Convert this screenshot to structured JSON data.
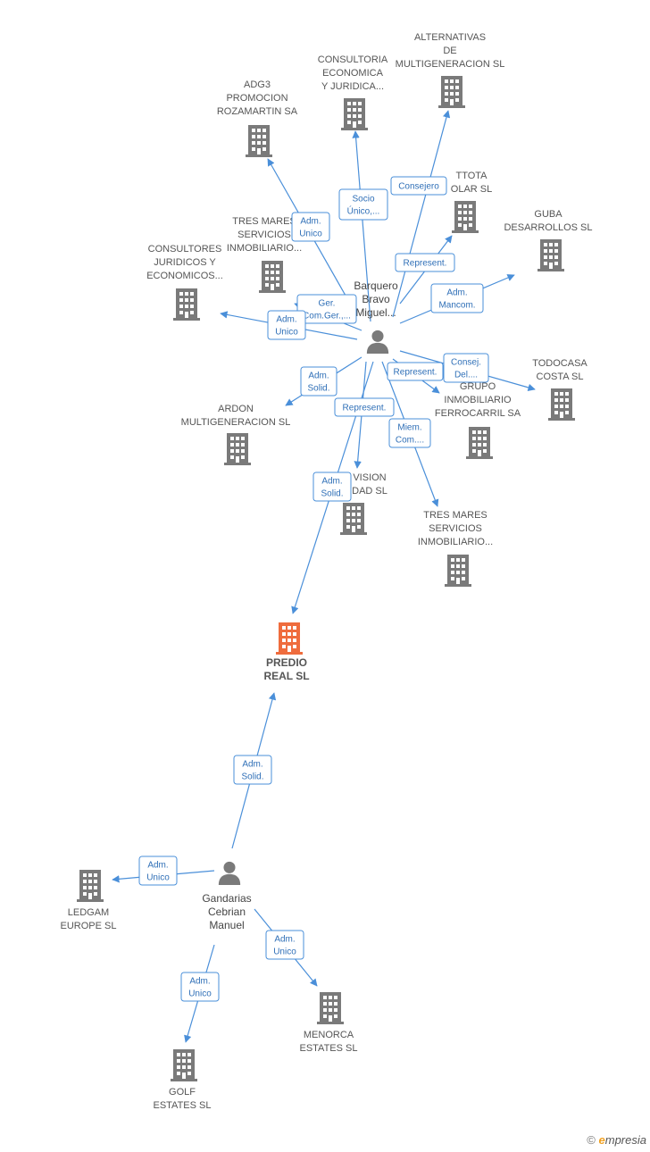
{
  "colors": {
    "company": "#7a7a7a",
    "target": "#ef6c3d",
    "edge": "#4a8fd9",
    "person": "#7a7a7a"
  },
  "nodes": [
    {
      "id": "alternativas",
      "type": "company",
      "lines": [
        "ALTERNATIVAS",
        "DE",
        "MULTIGENERACION SL"
      ]
    },
    {
      "id": "consultoria_ec",
      "type": "company",
      "lines": [
        "CONSULTORIA",
        "ECONOMICA",
        "Y JURIDICA..."
      ]
    },
    {
      "id": "adg3",
      "type": "company",
      "lines": [
        "ADG3",
        "PROMOCION",
        "ROZAMARTIN SA"
      ]
    },
    {
      "id": "ttota",
      "type": "company",
      "lines": [
        "TTOTA",
        "OLAR SL"
      ]
    },
    {
      "id": "guba",
      "type": "company",
      "lines": [
        "GUBA",
        "DESARROLLOS SL"
      ]
    },
    {
      "id": "tres_mares_1",
      "type": "company",
      "lines": [
        "TRES MARES",
        "SERVICIOS",
        "INMOBILIARIO..."
      ]
    },
    {
      "id": "consultores",
      "type": "company",
      "lines": [
        "CONSULTORES",
        "JURIDICOS Y",
        "ECONOMICOS..."
      ]
    },
    {
      "id": "barquero",
      "type": "person",
      "lines": [
        "Barquero",
        "Bravo",
        "Miguel..."
      ]
    },
    {
      "id": "todocasa",
      "type": "company",
      "lines": [
        "TODOCASA",
        "COSTA SL"
      ]
    },
    {
      "id": "grupo_inmob",
      "type": "company",
      "lines": [
        "GRUPO",
        "INMOBILIARIO",
        "FERROCARRIL SA"
      ]
    },
    {
      "id": "ardon",
      "type": "company",
      "lines": [
        "ARDON",
        "MULTIGENERACION SL"
      ]
    },
    {
      "id": "vision",
      "type": "company",
      "lines": [
        "VISION",
        "DAD SL"
      ]
    },
    {
      "id": "tres_mares_2",
      "type": "company",
      "lines": [
        "TRES MARES",
        "SERVICIOS",
        "INMOBILIARIO..."
      ]
    },
    {
      "id": "predio",
      "type": "target",
      "lines": [
        "PREDIO",
        "REAL SL"
      ]
    },
    {
      "id": "gandarias",
      "type": "person",
      "lines": [
        "Gandarias",
        "Cebrian",
        "Manuel"
      ]
    },
    {
      "id": "ledgam",
      "type": "company",
      "lines": [
        "LEDGAM",
        "EUROPE SL"
      ]
    },
    {
      "id": "menorca",
      "type": "company",
      "lines": [
        "MENORCA",
        "ESTATES SL"
      ]
    },
    {
      "id": "golf",
      "type": "company",
      "lines": [
        "GOLF",
        "ESTATES SL"
      ]
    }
  ],
  "edges": [
    {
      "id": "e_alternativas",
      "label": [
        "Consejero"
      ]
    },
    {
      "id": "e_consultoria",
      "label": [
        "Socio",
        "Único,..."
      ]
    },
    {
      "id": "e_adg3",
      "label": [
        "Adm.",
        "Unico"
      ]
    },
    {
      "id": "e_ttota",
      "label": [
        "Represent."
      ]
    },
    {
      "id": "e_guba",
      "label": [
        "Adm.",
        "Mancom."
      ]
    },
    {
      "id": "e_tres_mares_1",
      "label": [
        "Ger.",
        "Com.Ger.,..."
      ]
    },
    {
      "id": "e_consultores",
      "label": [
        "Adm.",
        "Unico"
      ]
    },
    {
      "id": "e_todocasa",
      "label": [
        "Consej.",
        "Del...."
      ]
    },
    {
      "id": "e_grupo",
      "label": [
        "Represent."
      ]
    },
    {
      "id": "e_ardon",
      "label": [
        "Adm.",
        "Solid."
      ]
    },
    {
      "id": "e_vision",
      "label": [
        "Represent."
      ]
    },
    {
      "id": "e_tres_mares_2",
      "label": [
        "Miem.",
        "Com...."
      ]
    },
    {
      "id": "e_predio_barquero",
      "label": [
        "Adm.",
        "Solid."
      ]
    },
    {
      "id": "e_predio_gandarias",
      "label": [
        "Adm.",
        "Solid."
      ]
    },
    {
      "id": "e_ledgam",
      "label": [
        "Adm.",
        "Unico"
      ]
    },
    {
      "id": "e_menorca",
      "label": [
        "Adm.",
        "Unico"
      ]
    },
    {
      "id": "e_golf",
      "label": [
        "Adm.",
        "Unico"
      ]
    }
  ],
  "footer": {
    "copyright": "©",
    "brand_initial": "e",
    "brand_rest": "mpresia"
  }
}
